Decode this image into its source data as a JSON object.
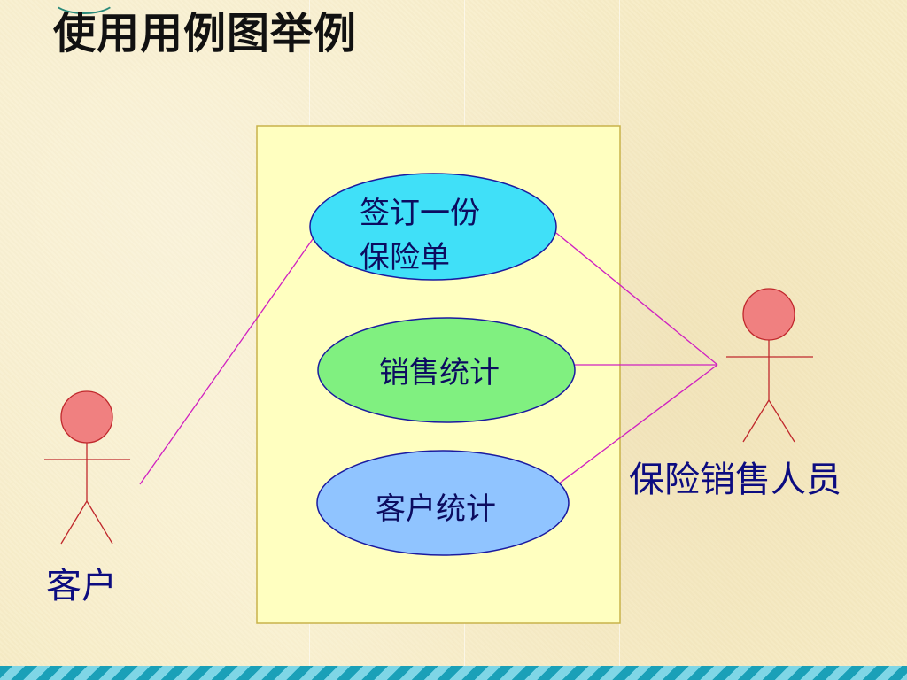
{
  "title": "使用用例图举例",
  "colors": {
    "background": "#f7ecc6",
    "system_boundary_fill": "#ffffc0",
    "system_boundary_stroke": "#c8b24a",
    "actor_head_fill": "#f08080",
    "actor_stroke": "#c0282c",
    "association_line": "#d020c0",
    "usecase1_fill": "#40e0f8",
    "usecase2_fill": "#80f080",
    "usecase3_fill": "#90c4ff",
    "usecase_stroke": "#1a1aa0",
    "text": "#0c0c80",
    "footer": "#1aa0b8"
  },
  "actors": {
    "customer": {
      "name": "客户",
      "icon": "stick-figure-icon"
    },
    "agent": {
      "name": "保险销售人员",
      "icon": "stick-figure-icon"
    }
  },
  "use_cases": {
    "sign_policy": {
      "line1": "签订一份",
      "line2": "保险单"
    },
    "sales_stats": {
      "label": "销售统计"
    },
    "customer_stats": {
      "label": "客户统计"
    }
  },
  "associations": [
    {
      "from": "客户",
      "to": "签订一份保险单"
    },
    {
      "from": "保险销售人员",
      "to": "签订一份保险单"
    },
    {
      "from": "保险销售人员",
      "to": "销售统计"
    },
    {
      "from": "保险销售人员",
      "to": "客户统计"
    }
  ]
}
